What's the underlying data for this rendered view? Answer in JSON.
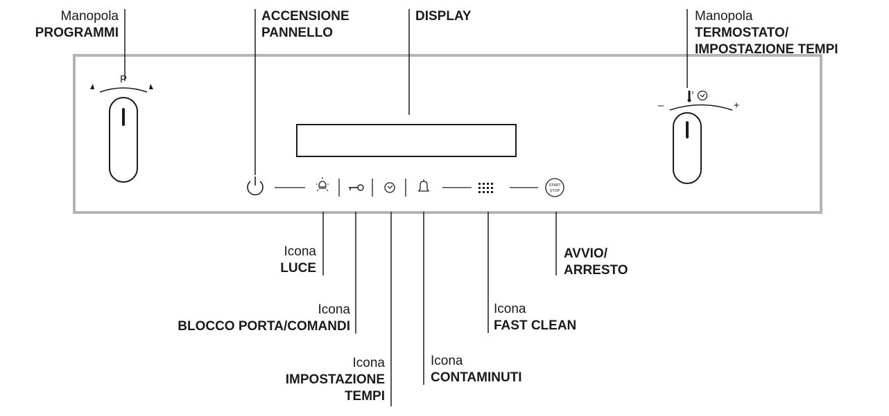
{
  "panel": {
    "knob_left_letter": "P",
    "knob_right_minus": "–",
    "knob_right_plus": "+",
    "start_top": "START",
    "start_bottom": "STOP"
  },
  "labels": {
    "programmi": {
      "prefix": "Manopola",
      "title": "PROGRAMMI"
    },
    "accensione": {
      "line1": "ACCENSIONE",
      "line2": "PANNELLO"
    },
    "display": {
      "title": "DISPLAY"
    },
    "termostato": {
      "prefix": "Manopola",
      "line1": "TERMOSTATO/",
      "line2": "IMPOSTAZIONE TEMPI"
    },
    "luce": {
      "prefix": "Icona",
      "title": "LUCE"
    },
    "blocco": {
      "prefix": "Icona",
      "title": "BLOCCO PORTA/COMANDI"
    },
    "tempi": {
      "prefix": "Icona",
      "line1": "IMPOSTAZIONE",
      "line2": "TEMPI"
    },
    "contaminuti": {
      "prefix": "Icona",
      "title": "CONTAMINUTI"
    },
    "fastclean": {
      "prefix": "Icona",
      "title": "FAST CLEAN"
    },
    "avvio": {
      "line1": "AVVIO/",
      "line2": "ARRESTO"
    }
  },
  "icons": [
    "power-icon",
    "light-icon",
    "key-lock-icon",
    "timer-icon",
    "bell-icon",
    "fast-clean-dots-icon",
    "start-stop-icon",
    "thermometer-icon",
    "clock-icon"
  ],
  "colors": {
    "panel_border": "#b4b4b4",
    "stroke": "#1a1a1a"
  }
}
